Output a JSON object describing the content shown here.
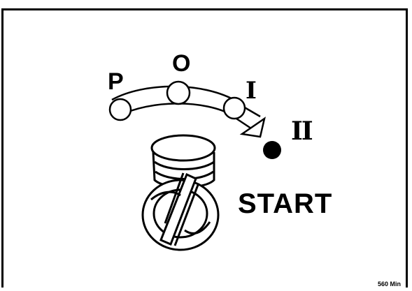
{
  "diagram": {
    "positions": {
      "p": "P",
      "o": "O",
      "i": "I",
      "ii": "II"
    },
    "start_label": "START",
    "figure_code": "560 Min"
  }
}
